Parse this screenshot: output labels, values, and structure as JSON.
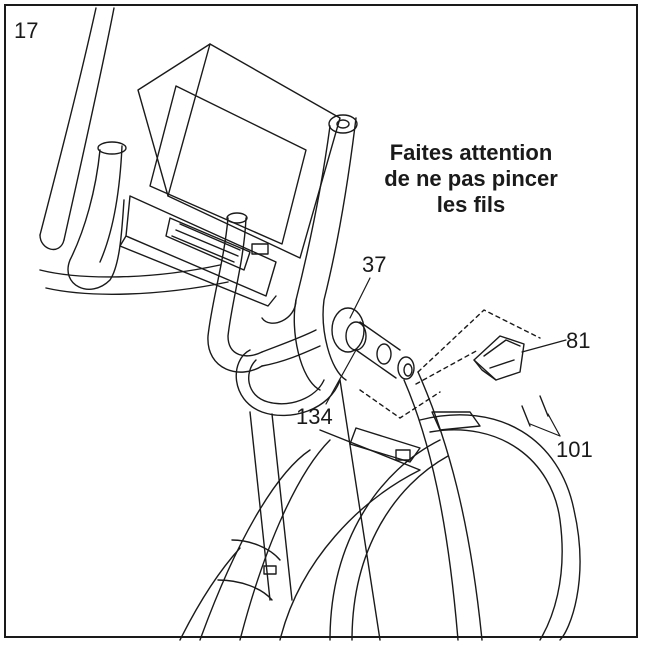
{
  "step_number": "17",
  "note": {
    "line1": "Faites attention",
    "line2": "de ne pas pincer",
    "line3": "les fils"
  },
  "callouts": {
    "c37": "37",
    "c81": "81",
    "c134": "134",
    "c101": "101"
  },
  "colors": {
    "line": "#1a1a1a",
    "background": "#ffffff"
  }
}
